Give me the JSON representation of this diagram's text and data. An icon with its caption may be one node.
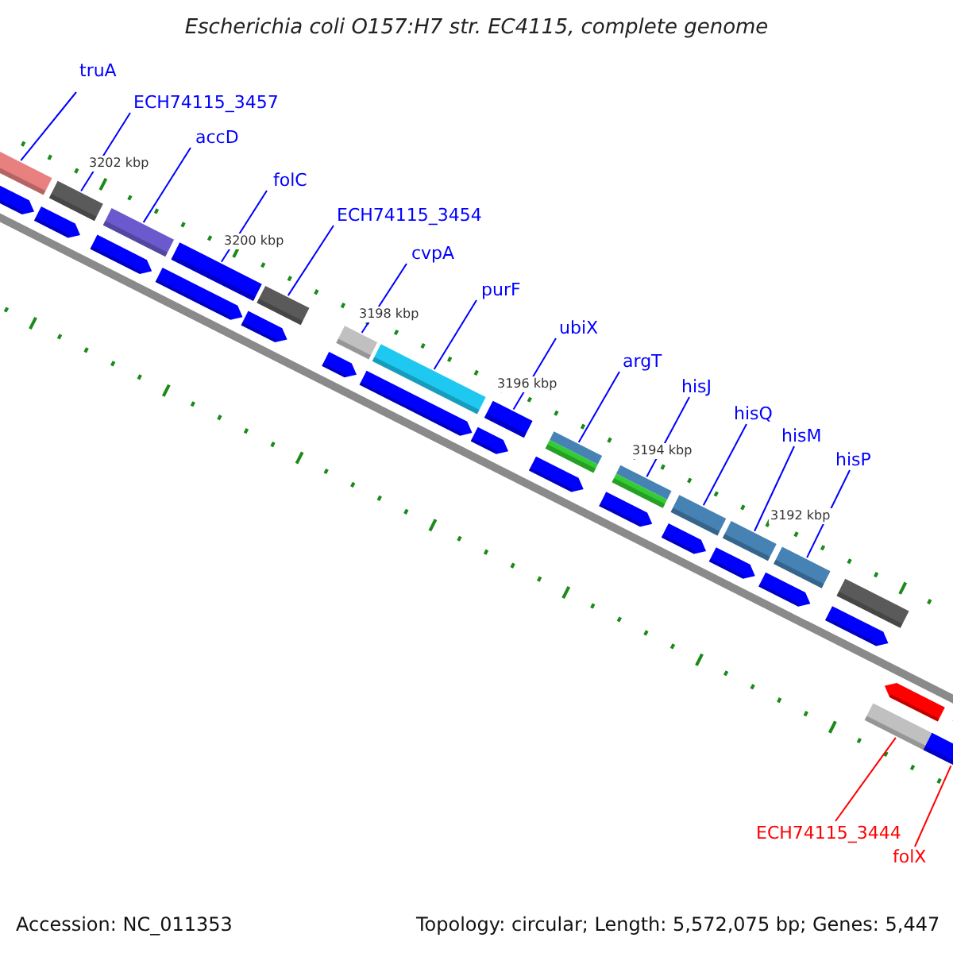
{
  "diagram": {
    "title": "Escherichia coli O157:H7 str. EC4115, complete genome",
    "nodes": [
      {
        "text": [
          "truA"
        ]
      },
      {
        "text": [
          "ECH74115_3457"
        ]
      },
      {
        "text": [
          "accD"
        ]
      },
      {
        "text": [
          "folC"
        ]
      },
      {
        "text": [
          "ECH74115_3454"
        ]
      },
      {
        "text": [
          "cvpA"
        ]
      },
      {
        "text": [
          "purF"
        ]
      },
      {
        "text": [
          "ubiX"
        ]
      },
      {
        "text": [
          "argT"
        ]
      },
      {
        "text": [
          "hisJ"
        ]
      },
      {
        "text": [
          "hisQ"
        ]
      },
      {
        "text": [
          "hisM"
        ]
      },
      {
        "text": [
          "hisP"
        ]
      },
      {
        "text": [
          "ECH74115_3444"
        ]
      },
      {
        "text": [
          "folX"
        ]
      },
      {
        "text": [],
        "shape": "box"
      },
      {
        "text": [],
        "shape": "box"
      },
      {
        "text": [],
        "shape": "box"
      },
      {
        "text": [],
        "shape": "box"
      },
      {
        "text": [],
        "shape": "box"
      },
      {
        "text": [],
        "shape": "box"
      },
      {
        "text": [],
        "shape": "box"
      },
      {
        "text": [],
        "shape": "box"
      },
      {
        "text": [],
        "shape": "box"
      },
      {
        "text": [],
        "shape": "box"
      },
      {
        "text": [],
        "shape": "box"
      },
      {
        "text": [],
        "shape": "box"
      },
      {
        "text": [],
        "shape": "box"
      },
      {
        "text": [],
        "shape": "box"
      },
      {
        "text": [],
        "shape": "box"
      }
    ],
    "edges": [
      {
        "from": 0,
        "to": 15,
        "arrow": "none"
      },
      {
        "from": 1,
        "to": 16,
        "arrow": "none"
      },
      {
        "from": 2,
        "to": 17,
        "arrow": "none"
      },
      {
        "from": 3,
        "to": 18,
        "arrow": "none"
      },
      {
        "from": 4,
        "to": 19,
        "arrow": "none"
      },
      {
        "from": 5,
        "to": 20,
        "arrow": "none"
      },
      {
        "from": 6,
        "to": 21,
        "arrow": "none"
      },
      {
        "from": 7,
        "to": 22,
        "arrow": "none"
      },
      {
        "from": 8,
        "to": 23,
        "arrow": "none"
      },
      {
        "from": 9,
        "to": 24,
        "arrow": "none"
      },
      {
        "from": 10,
        "to": 25,
        "arrow": "none"
      },
      {
        "from": 11,
        "to": 26,
        "arrow": "none"
      },
      {
        "from": 12,
        "to": 27,
        "arrow": "none"
      },
      {
        "from": 13,
        "to": 28,
        "arrow": "none",
        "color": "#ff0000"
      },
      {
        "from": 14,
        "to": 29,
        "arrow": "none",
        "color": "#ff0000"
      }
    ],
    "labels": [
      "3202 kbp",
      "3200 kbp",
      "3198 kbp",
      "3196 kbp",
      "3194 kbp",
      "3192 kbp",
      "Accession: NC_011353",
      "Topology: circular; Length: 5,572,075 bp; Genes: 5,447"
    ]
  }
}
